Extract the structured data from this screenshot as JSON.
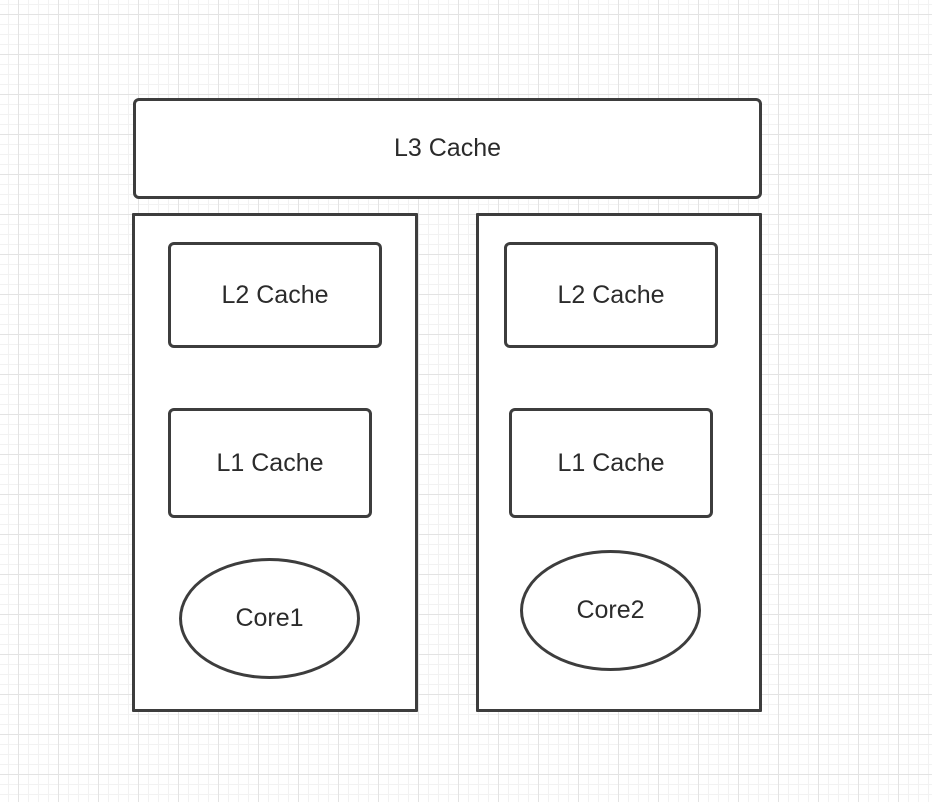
{
  "diagram": {
    "l3": {
      "label": "L3 Cache"
    },
    "groups": [
      {
        "l2": {
          "label": "L2 Cache"
        },
        "l1": {
          "label": "L1 Cache"
        },
        "core": {
          "label": "Core1"
        }
      },
      {
        "l2": {
          "label": "L2 Cache"
        },
        "l1": {
          "label": "L1 Cache"
        },
        "core": {
          "label": "Core2"
        }
      }
    ]
  },
  "colors": {
    "stroke": "#3d3d3d",
    "fill": "#ffffff",
    "text": "#2b2b2b",
    "grid": "#e3e3e3"
  }
}
